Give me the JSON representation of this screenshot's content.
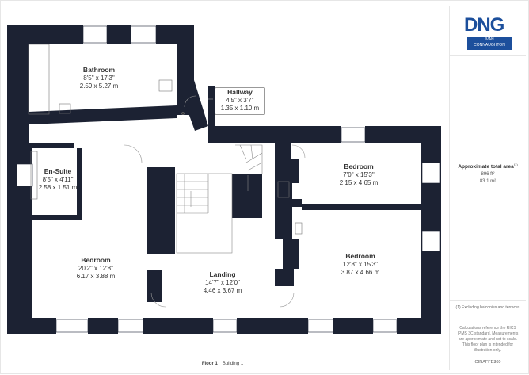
{
  "rooms": [
    {
      "name": "Bathroom",
      "imperial": "8'5\" x 17'3\"",
      "metric": "2.59 x 5.27 m"
    },
    {
      "name": "Hallway",
      "imperial": "4'5\" x 3'7\"",
      "metric": "1.35 x 1.10 m"
    },
    {
      "name": "En-Suite",
      "imperial": "8'5\" x 4'11\"",
      "metric": "2.58 x 1.51 m"
    },
    {
      "name": "Bedroom",
      "imperial": "7'0\" x 15'3\"",
      "metric": "2.15 x 4.65 m"
    },
    {
      "name": "Bedroom",
      "imperial": "20'2\" x 12'8\"",
      "metric": "6.17 x 3.88 m"
    },
    {
      "name": "Landing",
      "imperial": "14'7\" x 12'0\"",
      "metric": "4.46 x 3.67 m"
    },
    {
      "name": "Bedroom",
      "imperial": "12'8\" x 15'3\"",
      "metric": "3.87 x 4.66 m"
    }
  ],
  "logo": {
    "main": "DNG",
    "sub1": "IVAN",
    "sub2": "CONNAUGHTON"
  },
  "area": {
    "title": "Approximate total area",
    "marker": "(1)",
    "ft": "896 ft²",
    "m": "83.1 m²"
  },
  "note": "(1) Excluding balconies and terraces",
  "disclaimer": "Calculations reference the RICS IPMS 3C standard. Measurements are approximate and not to scale. This floor plan is intended for illustration only.",
  "brand": "GIRAFFE360",
  "footer": {
    "floor": "Floor 1",
    "building": "Building 1"
  },
  "colors": {
    "wall": "#1c2233",
    "accent": "#1c4f9c"
  }
}
